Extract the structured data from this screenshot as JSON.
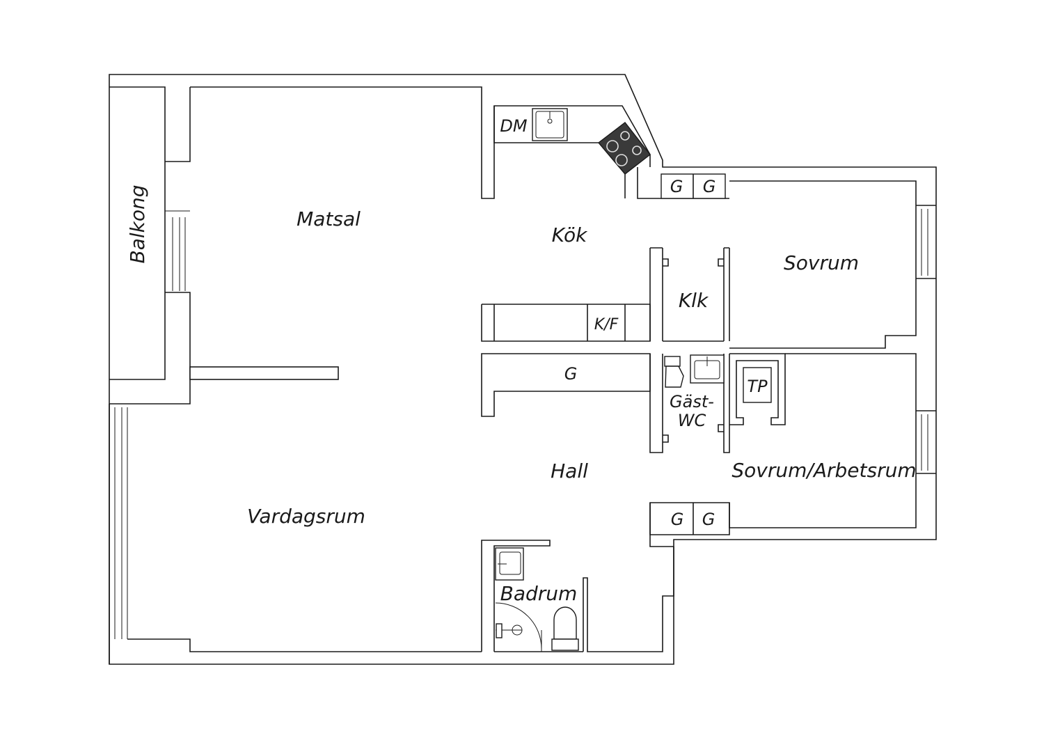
{
  "rooms": {
    "balkong": "Balkong",
    "matsal": "Matsal",
    "kok": "Kök",
    "sovrum": "Sovrum",
    "klk": "Klk",
    "hall": "Hall",
    "vardagsrum": "Vardagsrum",
    "sovrum_arbetsrum": "Sovrum/Arbetsrum",
    "badrum": "Badrum",
    "gast_wc_line1": "Gäst-",
    "gast_wc_line2": "WC"
  },
  "fixtures": {
    "dishwasher": "DM",
    "fridge_freezer": "K/F",
    "wardrobe": "G",
    "heat_pump": "TP"
  },
  "colors": {
    "line": "#1a1a1a",
    "background": "#ffffff",
    "stove": "#3a3a3a"
  }
}
